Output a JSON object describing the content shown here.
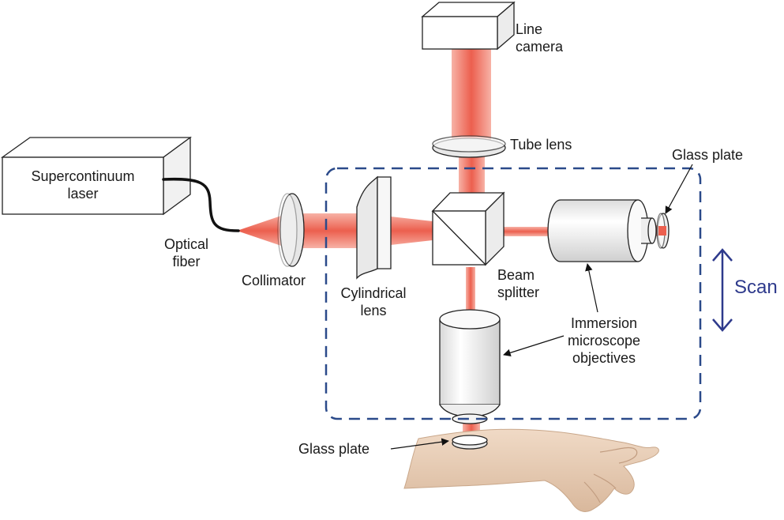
{
  "labels": {
    "laser_line1": "Supercontinuum",
    "laser_line2": "laser",
    "optical_fiber_line1": "Optical",
    "optical_fiber_line2": "fiber",
    "collimator": "Collimator",
    "cylindrical_lens_line1": "Cylindrical",
    "cylindrical_lens_line2": "lens",
    "line_camera_line1": "Line",
    "line_camera_line2": "camera",
    "tube_lens": "Tube lens",
    "beam_splitter_line1": "Beam",
    "beam_splitter_line2": "splitter",
    "glass_plate_right": "Glass plate",
    "glass_plate_bottom": "Glass plate",
    "objectives_line1": "Immersion",
    "objectives_line2": "microscope",
    "objectives_line3": "objectives",
    "scan": "Scan"
  },
  "colors": {
    "beam": "#ef6a5a",
    "scan_frame": "#2b4a8a",
    "scan_arrow": "#2e3a8c",
    "skin": "#eacfb6"
  }
}
